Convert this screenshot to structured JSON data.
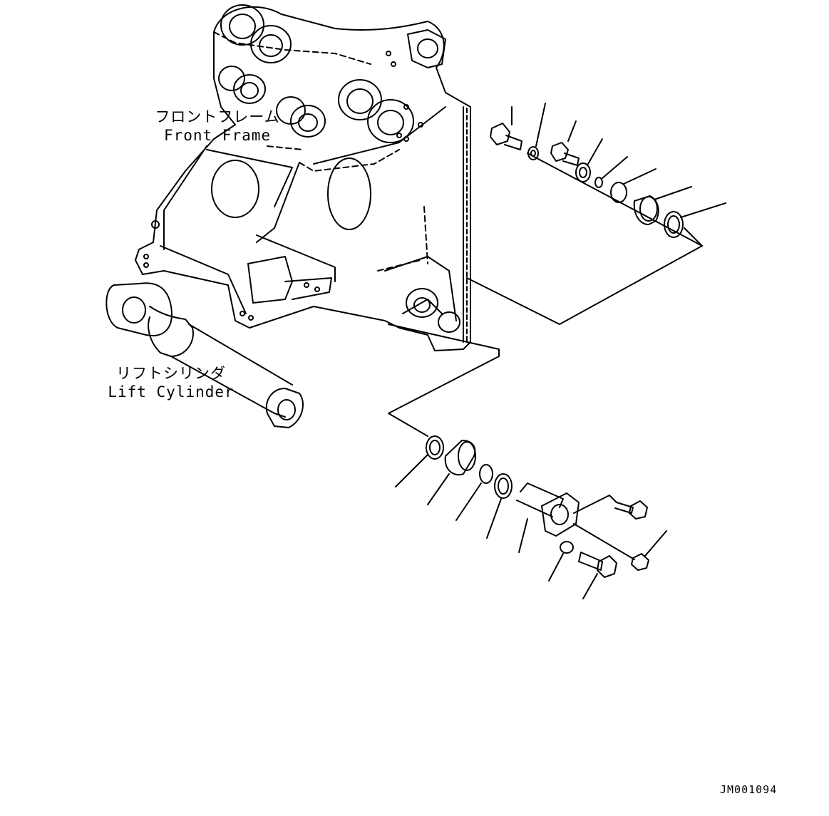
{
  "labels": {
    "front_frame": {
      "jp": "フロントフレーム",
      "en": "Front Frame"
    },
    "lift_cylinder": {
      "jp": "リフトシリンダ",
      "en": "Lift Cylinder"
    }
  },
  "drawing_id": "JM001094",
  "colors": {
    "line": "#000000",
    "background": "#ffffff"
  }
}
